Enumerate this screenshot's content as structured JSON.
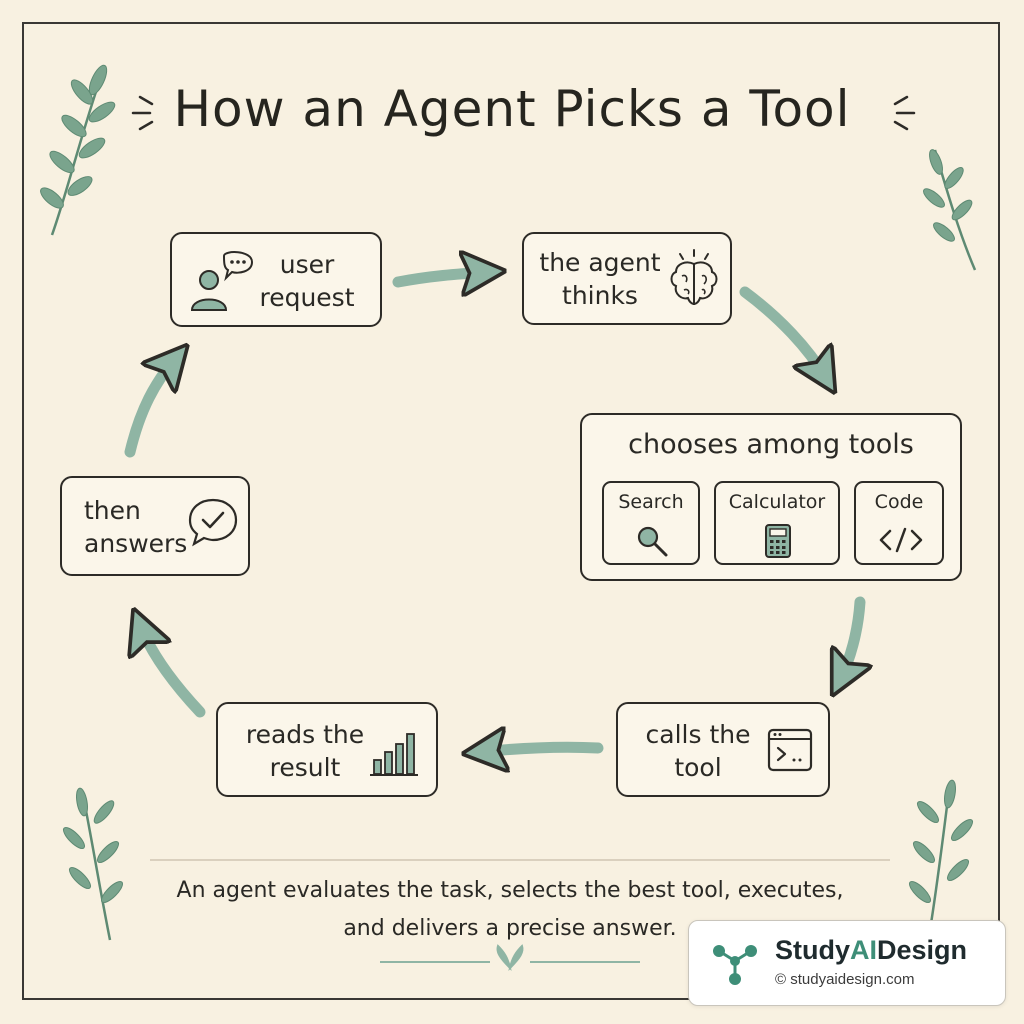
{
  "title": "How an Agent Picks a Tool",
  "nodes": {
    "user_request": {
      "line1": "user",
      "line2": "request"
    },
    "agent_thinks": {
      "line1": "the agent",
      "line2": "thinks"
    },
    "chooses_tools": {
      "title": "chooses among tools",
      "tools": [
        "Search",
        "Calculator",
        "Code"
      ]
    },
    "calls_tool": {
      "line1": "calls the",
      "line2": "tool"
    },
    "reads_result": {
      "line1": "reads the",
      "line2": "result"
    },
    "then_answers": {
      "line1": "then",
      "line2": "answers"
    }
  },
  "caption": {
    "line1": "An agent evaluates the task, selects the best tool, executes,",
    "line2": "and delivers a precise answer."
  },
  "brand": {
    "name_prefix": "Study",
    "name_highlight": "AI",
    "name_suffix": "Design",
    "url": "© studyaidesign.com"
  },
  "colors": {
    "background": "#f8f1e1",
    "arrow": "#8fb5a4",
    "ink": "#2d2b27",
    "leaf": "#6e9c83",
    "brand_accent": "#3e8e78"
  },
  "icons": {
    "user": "user-icon",
    "speech": "speech-bubble-icon",
    "brain": "brain-icon",
    "search": "magnifier-icon",
    "calculator": "calculator-icon",
    "code": "code-icon",
    "terminal": "terminal-icon",
    "chart": "bar-chart-icon",
    "check": "check-bubble-icon"
  }
}
